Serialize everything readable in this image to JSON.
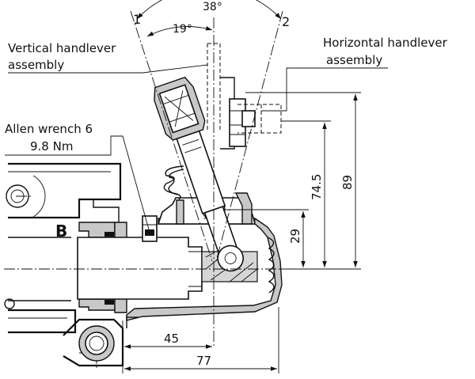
{
  "labels": {
    "vertical_handlever": [
      "Vertical handlever",
      "assembly"
    ],
    "horizontal_handlever": [
      "Horizontal handlever",
      "assembly"
    ],
    "allen_wrench": [
      "Allen wrench 6",
      "9.8 Nm"
    ],
    "port_letter": "B"
  },
  "positions": {
    "pos1": "1",
    "pos2": "2"
  },
  "angles": {
    "total": "38°",
    "half": "19°"
  },
  "dimensions": {
    "d89": "89",
    "d74_5": "74.5",
    "d29": "29",
    "d45": "45",
    "d77": "77"
  }
}
